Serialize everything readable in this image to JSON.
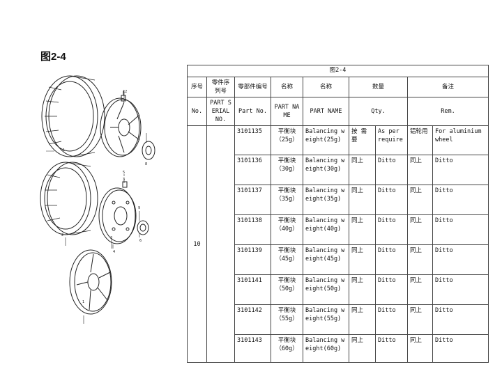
{
  "page": {
    "title": "图2-4"
  },
  "table": {
    "caption": "图2-4",
    "header_cn": [
      "序号",
      "零件序列号",
      "零部件编号",
      "名称",
      "名称",
      "数量",
      "备注"
    ],
    "header_en": [
      "No.",
      "PART SERIAL NO.",
      "Part No.",
      "PART NAME",
      "PART NAME",
      "Qty.",
      "Rem."
    ],
    "serial_no": "10",
    "rows": [
      {
        "part_no": "3101135",
        "name_cn": "平衡块（25g）",
        "name_en": "Balancing weight(25g)",
        "qty_cn": "按 需 要",
        "qty_en": "As per require",
        "rem_cn": "铝轮用",
        "rem_en": "For aluminium wheel"
      },
      {
        "part_no": "3101136",
        "name_cn": "平衡块（30g）",
        "name_en": "Balancing weight(30g)",
        "qty_cn": "同上",
        "qty_en": "Ditto",
        "rem_cn": "同上",
        "rem_en": "Ditto"
      },
      {
        "part_no": "3101137",
        "name_cn": "平衡块（35g）",
        "name_en": "Balancing weight(35g)",
        "qty_cn": "同上",
        "qty_en": "Ditto",
        "rem_cn": "同上",
        "rem_en": "Ditto"
      },
      {
        "part_no": "3101138",
        "name_cn": "平衡块（40g）",
        "name_en": "Balancing weight(40g)",
        "qty_cn": "同上",
        "qty_en": "Ditto",
        "rem_cn": "同上",
        "rem_en": "Ditto"
      },
      {
        "part_no": "3101139",
        "name_cn": "平衡块（45g）",
        "name_en": "Balancing weight(45g)",
        "qty_cn": "同上",
        "qty_en": "Ditto",
        "rem_cn": "同上",
        "rem_en": "Ditto"
      },
      {
        "part_no": "3101141",
        "name_cn": "平衡块（50g）",
        "name_en": "Balancing weight(50g)",
        "qty_cn": "同上",
        "qty_en": "Ditto",
        "rem_cn": "同上",
        "rem_en": "Ditto"
      },
      {
        "part_no": "3101142",
        "name_cn": "平衡块（55g）",
        "name_en": "Balancing weight(55g)",
        "qty_cn": "同上",
        "qty_en": "Ditto",
        "rem_cn": "同上",
        "rem_en": "Ditto"
      },
      {
        "part_no": "3101143",
        "name_cn": "平衡块（60g）",
        "name_en": "Balancing weight(60g)",
        "qty_cn": "同上",
        "qty_en": "Ditto",
        "rem_cn": "同上",
        "rem_en": "Ditto"
      }
    ]
  },
  "diagram": {
    "callouts": [
      "12",
      "7",
      "1",
      "8",
      "5",
      "3",
      "9",
      "2",
      "3",
      "6",
      "4",
      "1"
    ]
  }
}
